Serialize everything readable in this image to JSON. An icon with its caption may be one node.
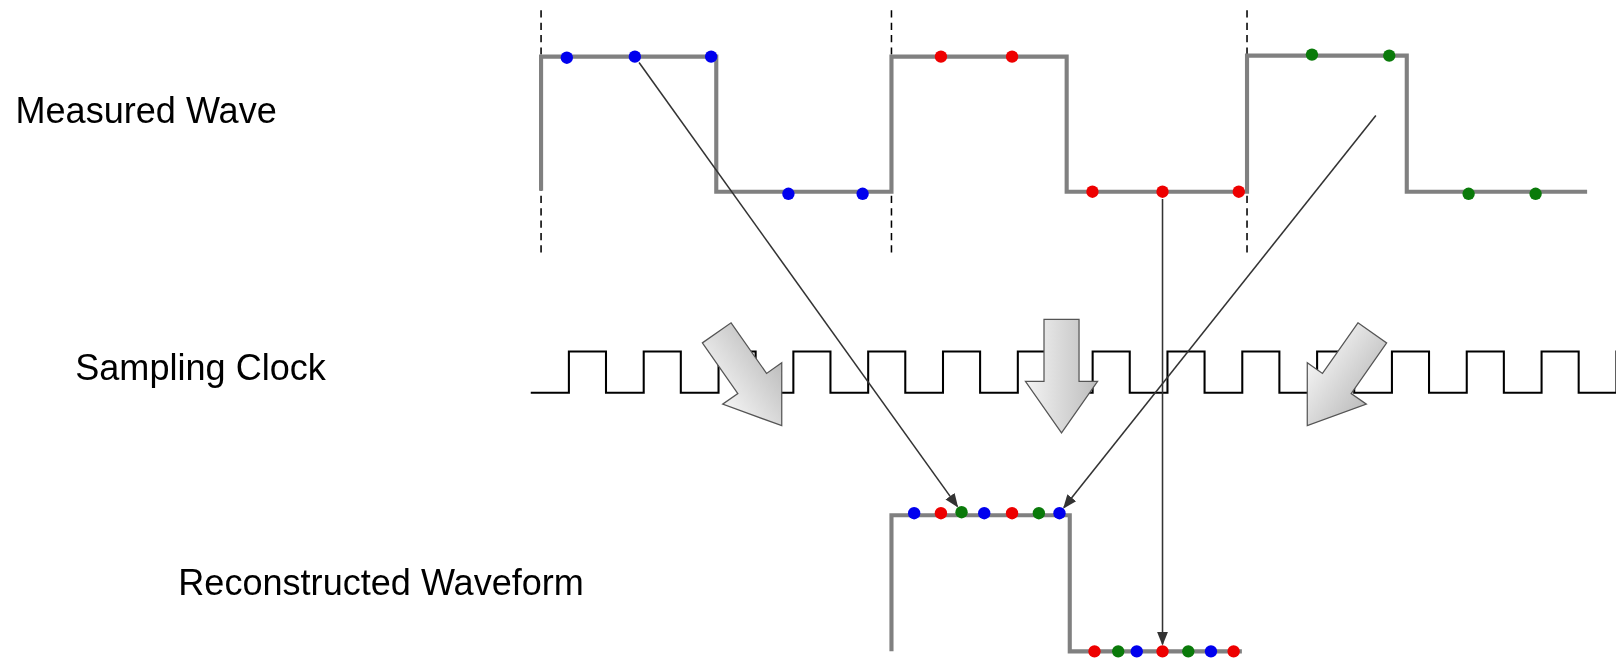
{
  "diagram": {
    "nodes": [
      {
        "text": [],
        "shape": "circle"
      },
      {
        "text": [],
        "shape": "circle"
      },
      {
        "text": [],
        "shape": "circle"
      },
      {
        "text": [],
        "shape": "circle"
      },
      {
        "text": [],
        "shape": "circle"
      }
    ],
    "edges": [
      {
        "from": 0,
        "to": 2,
        "arrow": "to"
      },
      {
        "from": null,
        "to": 3,
        "arrow": "to"
      },
      {
        "from": 1,
        "to": 4,
        "arrow": "to"
      }
    ],
    "labels": [
      "Measured Wave",
      "Sampling Clock",
      "Reconstructed Waveform"
    ]
  }
}
